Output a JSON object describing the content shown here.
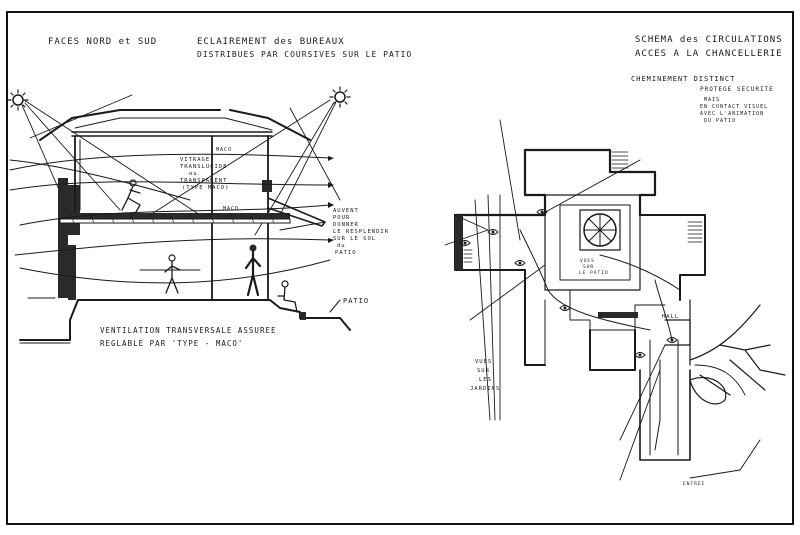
{
  "left": {
    "title": "FACES   NORD  et  SUD",
    "heading_line1": "ECLAIREMENT  des  BUREAUX",
    "heading_line2": "DISTRIBUES  PAR  COURSIVES  SUR  LE  PATIO",
    "note_vitrage": [
      "VITRAGE",
      "TRANSLUCIDE",
      "ou",
      "TRANSPARENT",
      "(TYPE MACO)"
    ],
    "label_maco_top": "MACO",
    "label_maco_mid": "MACO",
    "note_auvent": [
      "AUVENT",
      "POUR",
      "DONNER",
      "LE RESPLENDIR",
      "SUR LE SOL",
      "du",
      "PATIO"
    ],
    "label_patio": "PATIO",
    "ventilation_line1": "VENTILATION  TRANSVERSALE  ASSUREE",
    "ventilation_line2": "REGLABLE  PAR  'TYPE - MACO'"
  },
  "right": {
    "title_line1": "SCHEMA  des  CIRCULATIONS",
    "title_line2": "ACCES  A  LA  CHANCELLERIE",
    "note_line1": "CHEMINEMENT    DISTINCT",
    "note_line2": "PROTEGE   SECURITE",
    "note_line3": "MAIS",
    "note_line4": "EN CONTACT VISUEL",
    "note_line5": "AVEC  L'ANIMATION",
    "note_line6": "DU  PATIO",
    "label_vues_patio": [
      "VUES",
      "SUR",
      "LE PATIO"
    ],
    "label_vues_jardins": [
      "VUES",
      "SUR",
      "LES",
      "JARDINS"
    ],
    "label_hall": "HALL",
    "label_entree": "ENTREE"
  }
}
